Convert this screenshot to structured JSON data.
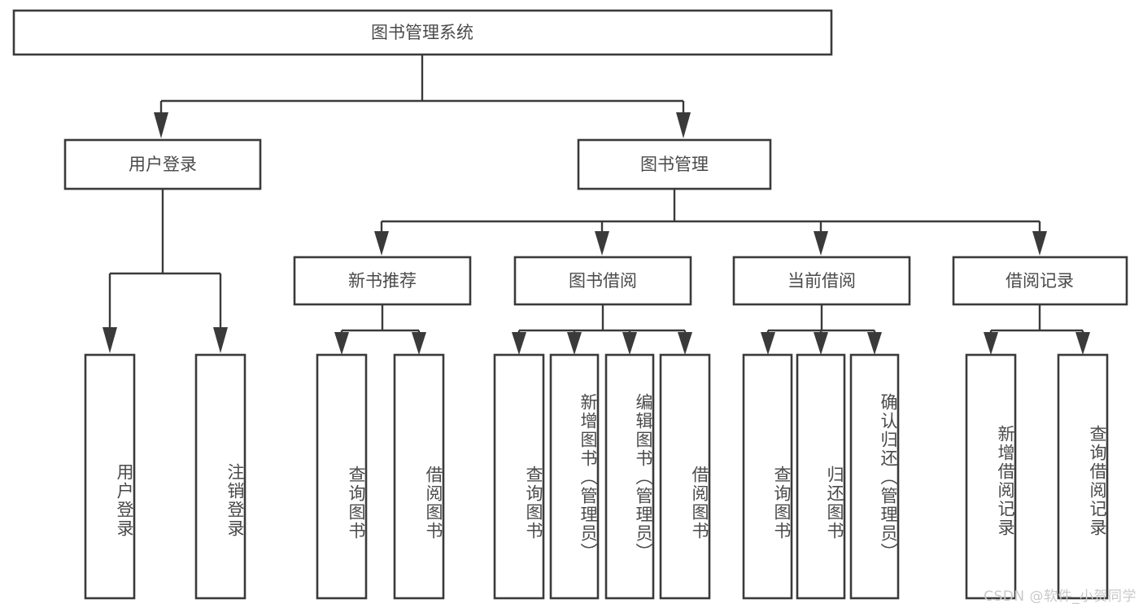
{
  "diagram": {
    "title": "图书管理系统",
    "type": "hierarchy-tree",
    "watermark": "CSDN @软件_小贺同学",
    "colors": {
      "box_border": "#3a3a3a",
      "box_fill": "#ffffff",
      "text": "#4a4a4a",
      "connector": "#3a3a3a",
      "watermark": "#c9c9c9",
      "background": "#ffffff"
    },
    "root": {
      "label": "图书管理系统"
    },
    "level2": [
      {
        "label": "用户登录"
      },
      {
        "label": "图书管理"
      }
    ],
    "level3": [
      {
        "label": "新书推荐"
      },
      {
        "label": "图书借阅"
      },
      {
        "label": "当前借阅"
      },
      {
        "label": "借阅记录"
      }
    ],
    "leaves": {
      "user_login": [
        {
          "label": "用户登录"
        },
        {
          "label": "注销登录"
        }
      ],
      "new_book_recommend": [
        {
          "label": "查询图书"
        },
        {
          "label": "借阅图书"
        }
      ],
      "book_borrow": [
        {
          "label": "查询图书"
        },
        {
          "label": "新增图书（管理员）"
        },
        {
          "label": "编辑图书（管理员）"
        },
        {
          "label": "借阅图书"
        }
      ],
      "current_borrow": [
        {
          "label": "查询图书"
        },
        {
          "label": "归还图书"
        },
        {
          "label": "确认归还（管理员）"
        }
      ],
      "borrow_record": [
        {
          "label": "新增借阅记录"
        },
        {
          "label": "查询借阅记录"
        }
      ]
    }
  }
}
